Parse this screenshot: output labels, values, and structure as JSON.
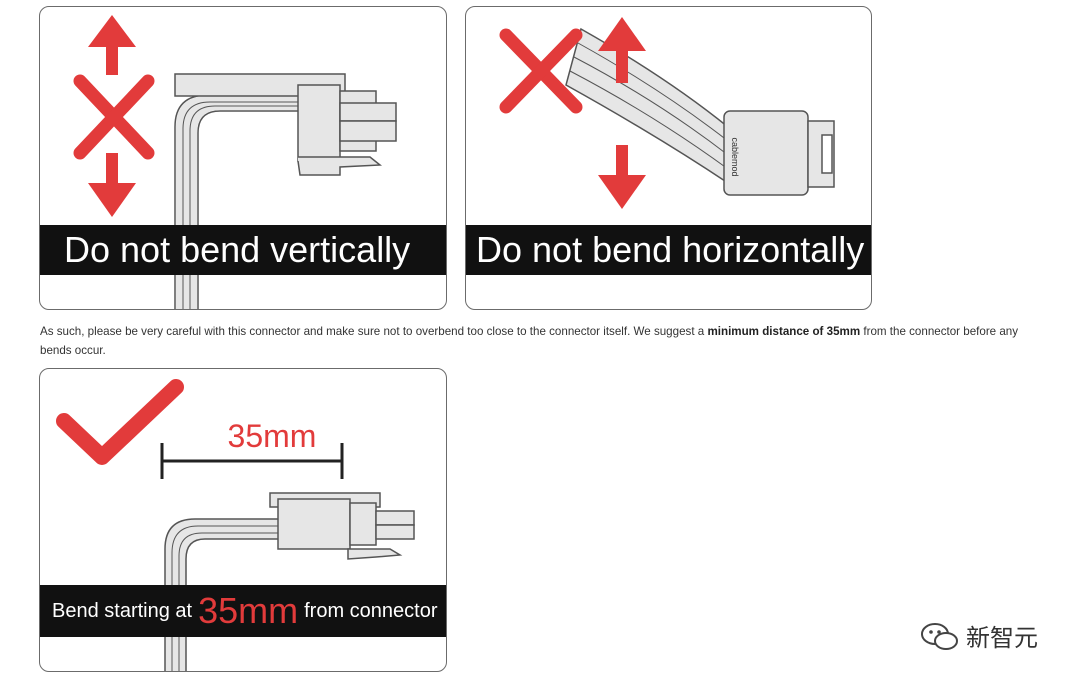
{
  "panels": [
    {
      "caption": "Do not bend vertically",
      "status": "x-mark-icon"
    },
    {
      "caption": "Do not bend horizontally",
      "status": "x-mark-icon",
      "connector_brand": "cablemod"
    },
    {
      "caption_before": "Bend starting at",
      "caption_highlight": "35mm",
      "caption_after": "from connector",
      "measure_label": "35mm",
      "status": "check-mark-icon"
    }
  ],
  "description": {
    "text_before": "As such, please be very careful with this connector and make sure not to overbend too close to the connector itself. We suggest a ",
    "bold": "minimum distance of 35mm",
    "text_after": " from the connector before any bends occur."
  },
  "watermark": {
    "text": "新智元",
    "icon": "wechat-icon"
  },
  "colors": {
    "accent_red": "#e23b3b",
    "caption_bg": "#111111",
    "cable_gray": "#e6e6e6"
  }
}
